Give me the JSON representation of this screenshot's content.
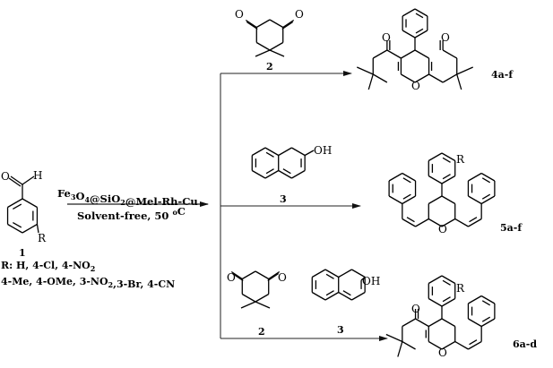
{
  "reaction": {
    "catalyst": [
      [
        "Fe"
      ],
      [
        "3",
        "sub"
      ],
      [
        "O"
      ],
      [
        "4",
        "sub"
      ],
      [
        "@SiO"
      ],
      [
        "2",
        "sub"
      ],
      [
        "@Mel-Rh-Cu"
      ]
    ],
    "conditions": [
      [
        "Solvent-free,  50 "
      ],
      [
        "o",
        "sup"
      ],
      [
        "C"
      ]
    ]
  },
  "starting_material": {
    "number": "1",
    "atom_O": "O",
    "atom_H": "H",
    "substituent": "R",
    "r_line1": [
      [
        "R: H, 4-Cl, 4-NO"
      ],
      [
        "2",
        "sub"
      ]
    ],
    "r_line2": [
      [
        "4-Me, 4-OMe, 3-NO"
      ],
      [
        "2",
        "sub"
      ],
      [
        ",3-Br, 4-CN"
      ]
    ]
  },
  "reagents": {
    "dimedone": {
      "number": "2",
      "atom_O": "O"
    },
    "naphthol": {
      "number": "3",
      "group": "OH"
    }
  },
  "products": {
    "p4": {
      "label": "4a-f",
      "atom_O": "O"
    },
    "p5": {
      "label": "5a-f",
      "atom_O": "O",
      "substituent": "R"
    },
    "p6": {
      "label": "6a-d",
      "atom_O": "O",
      "substituent": "R"
    }
  },
  "colors": {
    "ink": "#000000"
  }
}
